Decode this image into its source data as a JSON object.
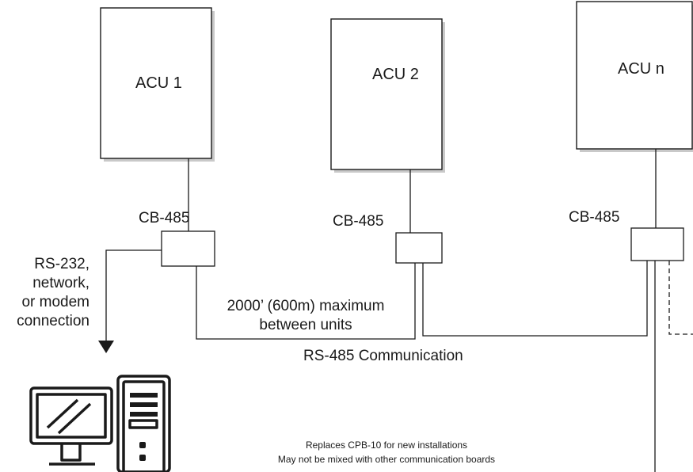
{
  "units": [
    {
      "label": "ACU 1"
    },
    {
      "label": "ACU 2"
    },
    {
      "label": "ACU n"
    }
  ],
  "boards": [
    {
      "label": "CB-485"
    },
    {
      "label": "CB-485"
    },
    {
      "label": "CB-485"
    }
  ],
  "connection_label": [
    "RS-232,",
    "network,",
    "or modem",
    "connection"
  ],
  "distance_label": [
    "2000’ (600m) maximum",
    "between units"
  ],
  "bus_label": "RS-485 Communication",
  "notes": [
    "Replaces CPB-10 for new installations",
    "May not be mixed with other communication boards"
  ],
  "icons": [
    "computer-monitor-icon",
    "computer-tower-icon"
  ]
}
